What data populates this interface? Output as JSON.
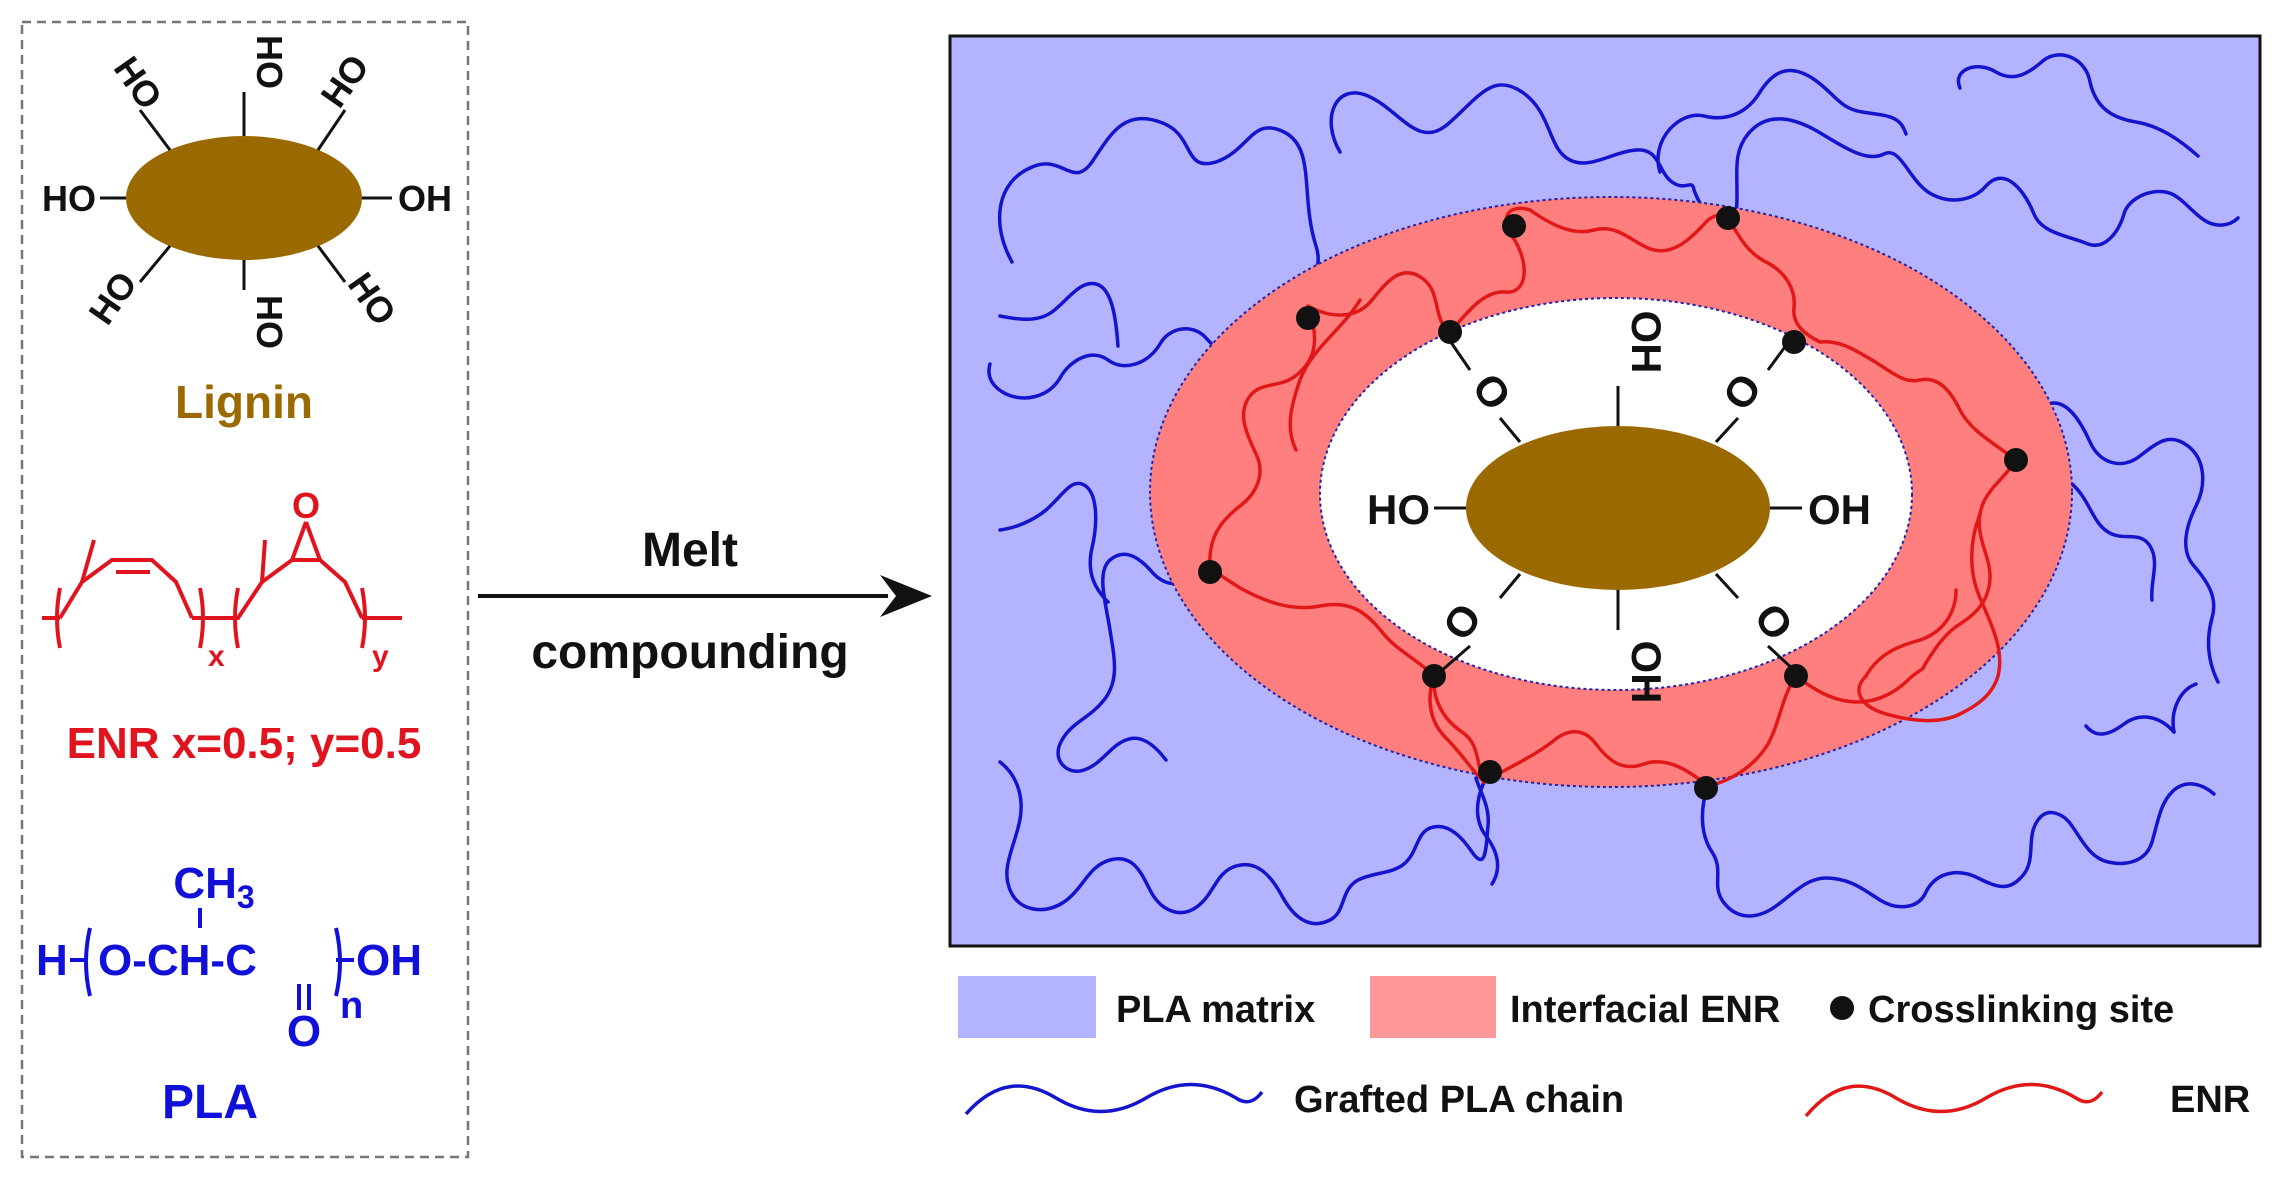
{
  "colors": {
    "lignin": "#9a6a00",
    "lignin_label": "#9a6a00",
    "enr": "#e0141e",
    "pla": "#1010d8",
    "matrix_fill": "#b3b3ff",
    "interfacial_fill": "#ff7f7f",
    "interfacial_legend": "#ff9999",
    "black": "#111111"
  },
  "left_panel": {
    "lignin": {
      "title": "Lignin",
      "hydroxyl": "HO",
      "hydroxyl_right": "OH"
    },
    "enr": {
      "epoxide_o": "O",
      "sub_x": "x",
      "sub_y": "y",
      "caption": "ENR x=0.5; y=0.5"
    },
    "pla": {
      "methyl": "CH",
      "methyl_sub": "3",
      "h": "H",
      "backbone": "O-CH-C",
      "oh": "OH",
      "carbonyl_o": "O",
      "sub_n": "n",
      "caption": "PLA"
    }
  },
  "arrow": {
    "label_top": "Melt",
    "label_bottom": "compounding"
  },
  "composite": {
    "ho_left": "HO",
    "oh_right": "OH",
    "oh_vertical": "OH",
    "ether_o": "O"
  },
  "legend": {
    "pla_matrix": "PLA matrix",
    "interfacial_enr": "Interfacial ENR",
    "crosslinking_site": "Crosslinking site",
    "grafted_pla_chain": "Grafted PLA chain",
    "enr": "ENR"
  }
}
